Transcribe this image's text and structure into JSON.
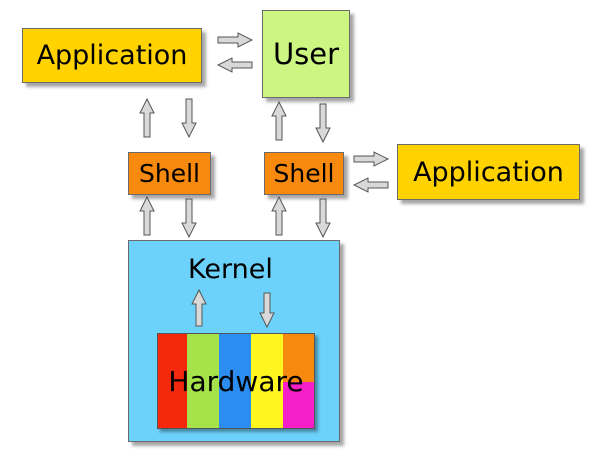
{
  "labels": {
    "application_left": "Application",
    "user": "User",
    "shell_left": "Shell",
    "shell_right": "Shell",
    "application_right": "Application",
    "kernel": "Kernel",
    "hardware": "Hardware"
  },
  "colors": {
    "application": "#ffd200",
    "user": "#ccf582",
    "shell": "#f6890e",
    "kernel": "#6cd2fb",
    "hardware_stripes": [
      "#f4280c",
      "#a6e34a",
      "#2b8df0",
      "#fff51f",
      "#f6890e",
      "#f51fc8"
    ]
  }
}
